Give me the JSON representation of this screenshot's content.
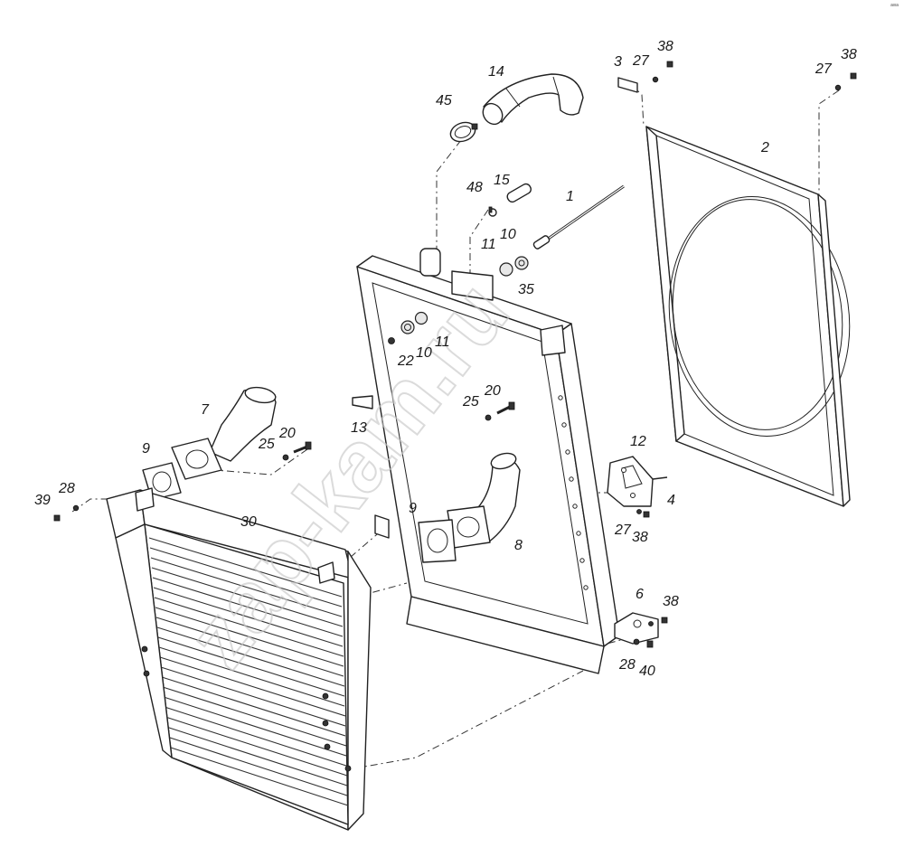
{
  "watermark": "zap-kam.ru",
  "corner_mark": "ава",
  "callouts": {
    "c1": "1",
    "c2": "2",
    "c3": "3",
    "c4": "4",
    "c6": "6",
    "c7": "7",
    "c8": "8",
    "c9_left": "9",
    "c9_mid": "9",
    "c10_top": "10",
    "c10_mid": "10",
    "c11_top": "11",
    "c11_mid": "11",
    "c12": "12",
    "c13": "13",
    "c14": "14",
    "c15": "15",
    "c20_left": "20",
    "c20_mid": "20",
    "c22": "22",
    "c25_left": "25",
    "c25_mid": "25",
    "c27_top": "27",
    "c27_right": "27",
    "c27_br": "27",
    "c28_left": "28",
    "c28_bottom": "28",
    "c30": "30",
    "c35": "35",
    "c38_top": "38",
    "c38_right": "38",
    "c38_br": "38",
    "c38_bottom": "38",
    "c39": "39",
    "c40": "40",
    "c45": "45",
    "c48": "48"
  }
}
